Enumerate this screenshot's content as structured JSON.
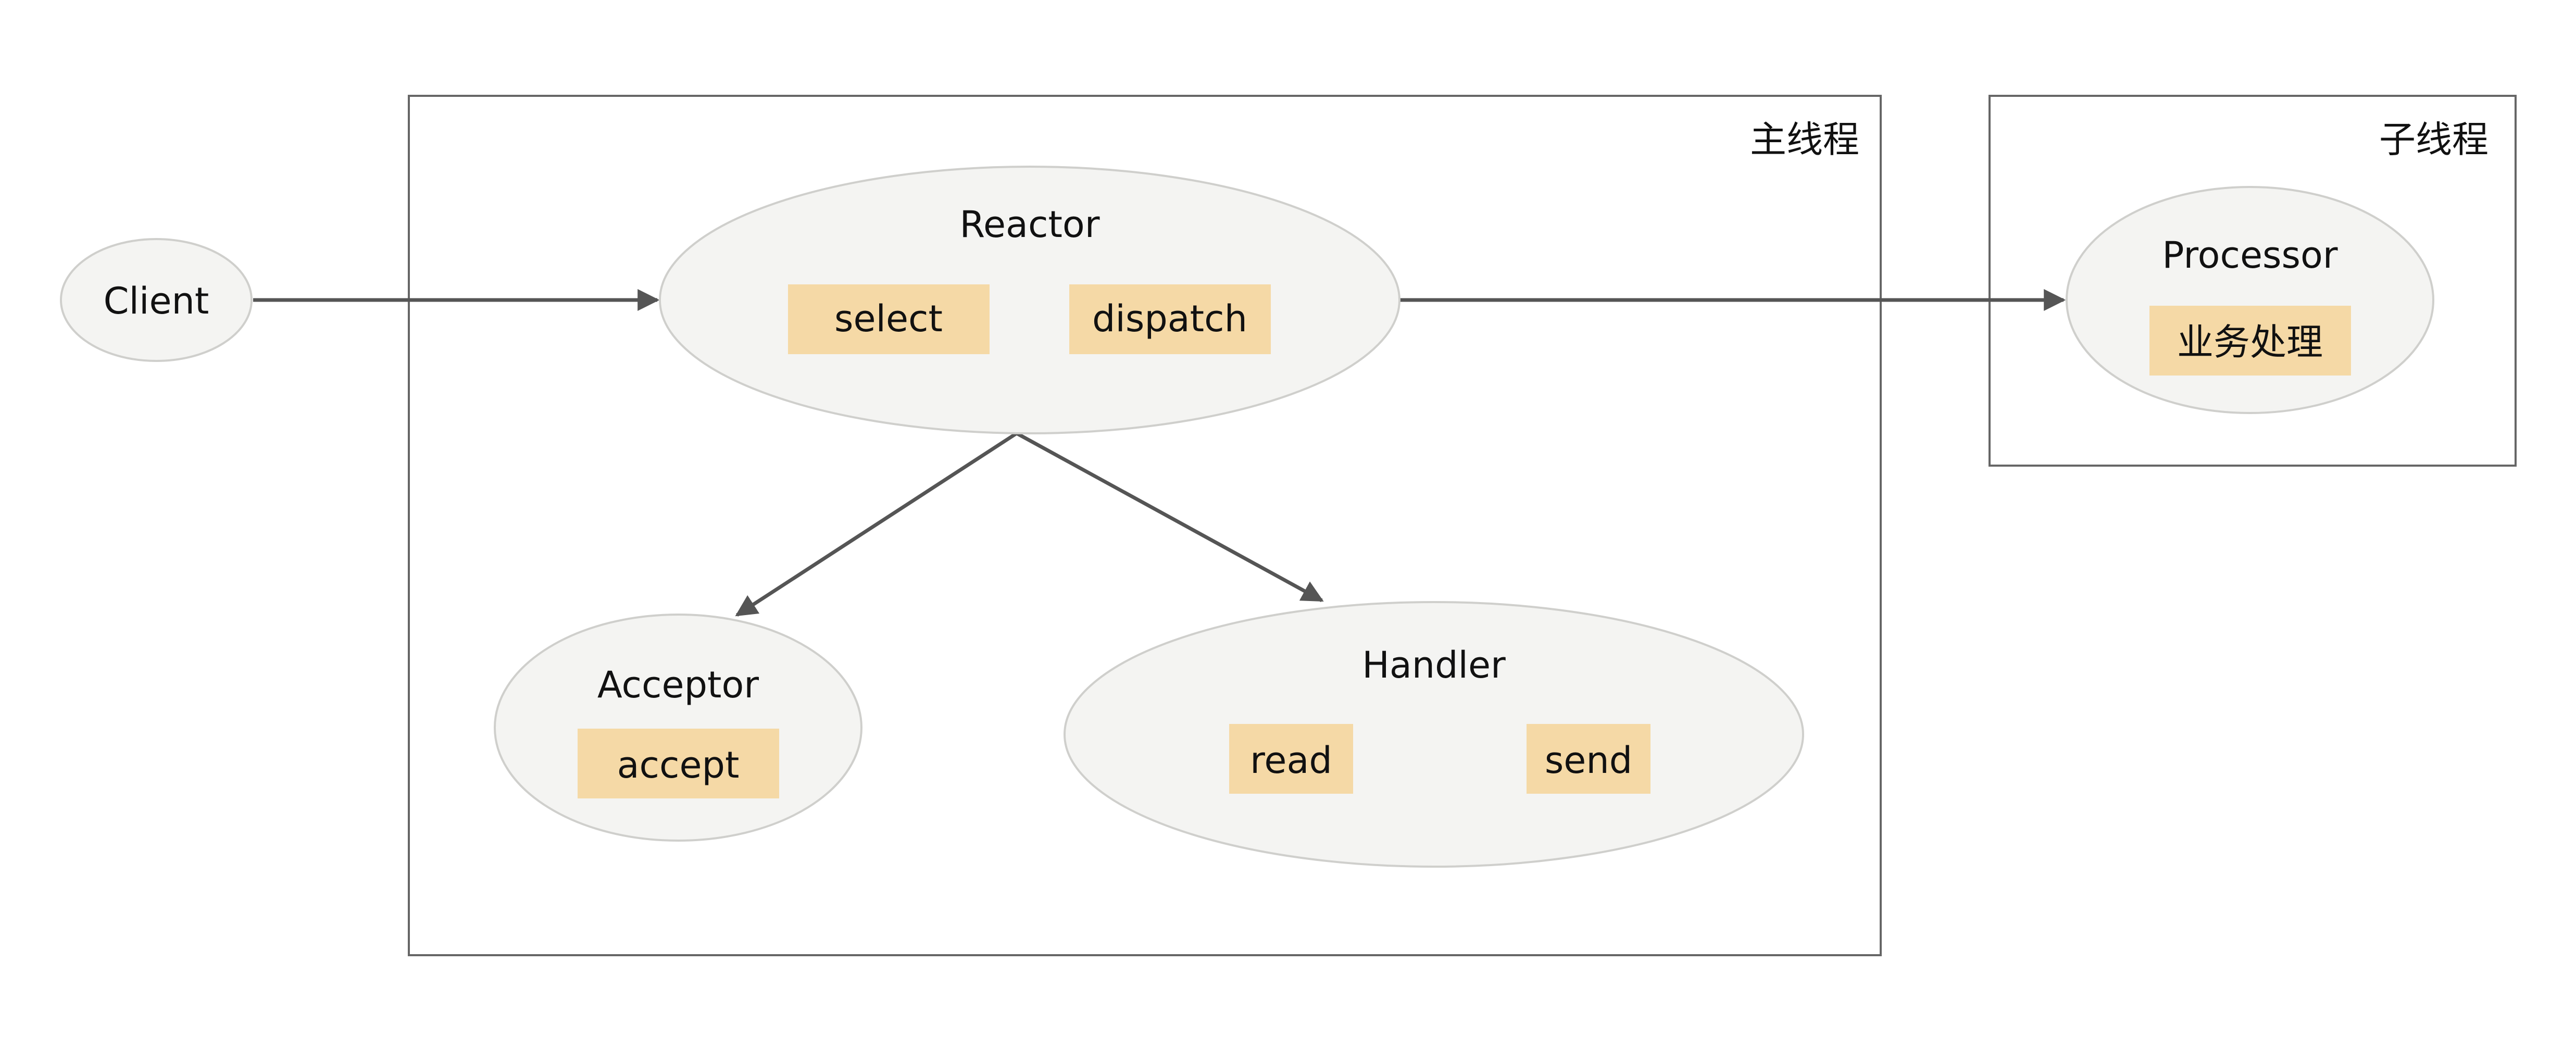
{
  "frames": {
    "main_thread": "主线程",
    "sub_thread": "子线程"
  },
  "nodes": {
    "client": "Client",
    "reactor": {
      "title": "Reactor",
      "ops": [
        "select",
        "dispatch"
      ]
    },
    "acceptor": {
      "title": "Acceptor",
      "ops": [
        "accept"
      ]
    },
    "handler": {
      "title": "Handler",
      "ops": [
        "read",
        "send"
      ]
    },
    "processor": {
      "title": "Processor",
      "ops": [
        "业务处理"
      ]
    }
  },
  "colors": {
    "node_fill": "#f4f4f2",
    "op_fill": "#f5d9a6",
    "edge": "#555555"
  }
}
